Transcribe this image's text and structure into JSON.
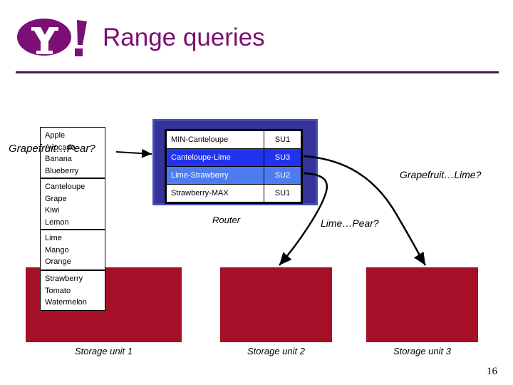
{
  "slide": {
    "title": "Range queries",
    "page_number": "16",
    "logo_name": "Yahoo!",
    "title_color": "#7b0f73",
    "rule_color": "#551155"
  },
  "fruit_boxes": [
    {
      "name": "box-1",
      "fruits": [
        "Apple",
        "Avocado",
        "Banana",
        "Blueberry"
      ]
    },
    {
      "name": "box-2",
      "fruits": [
        "Canteloupe",
        "Grape",
        "Kiwi",
        "Lemon"
      ]
    },
    {
      "name": "box-3",
      "fruits": [
        "Lime",
        "Mango",
        "Orange"
      ]
    },
    {
      "name": "box-4",
      "fruits": [
        "Strawberry",
        "Tomato",
        "Watermelon"
      ]
    }
  ],
  "router": {
    "label": "Router",
    "box_color": "#333399",
    "border_color": "#4a4ab5",
    "highlight_a_color": "#2233ee",
    "highlight_b_color": "#4d7cf0",
    "rows": [
      {
        "range": "MIN-Canteloupe",
        "unit": "SU1",
        "highlight": "none"
      },
      {
        "range": "Canteloupe-Lime",
        "unit": "SU3",
        "highlight": "a"
      },
      {
        "range": "Lime-Strawberry",
        "unit": "SU2",
        "highlight": "b"
      },
      {
        "range": "Strawberry-MAX",
        "unit": "SU1",
        "highlight": "none"
      }
    ]
  },
  "storage_units": [
    {
      "label": "Storage unit 1",
      "color": "#a60f28"
    },
    {
      "label": "Storage unit 2",
      "color": "#a60f28"
    },
    {
      "label": "Storage unit 3",
      "color": "#a60f28"
    }
  ],
  "queries": {
    "left": "Grapefruit…Pear?",
    "right": "Grapefruit…Lime?",
    "mid": "Lime…Pear?"
  }
}
